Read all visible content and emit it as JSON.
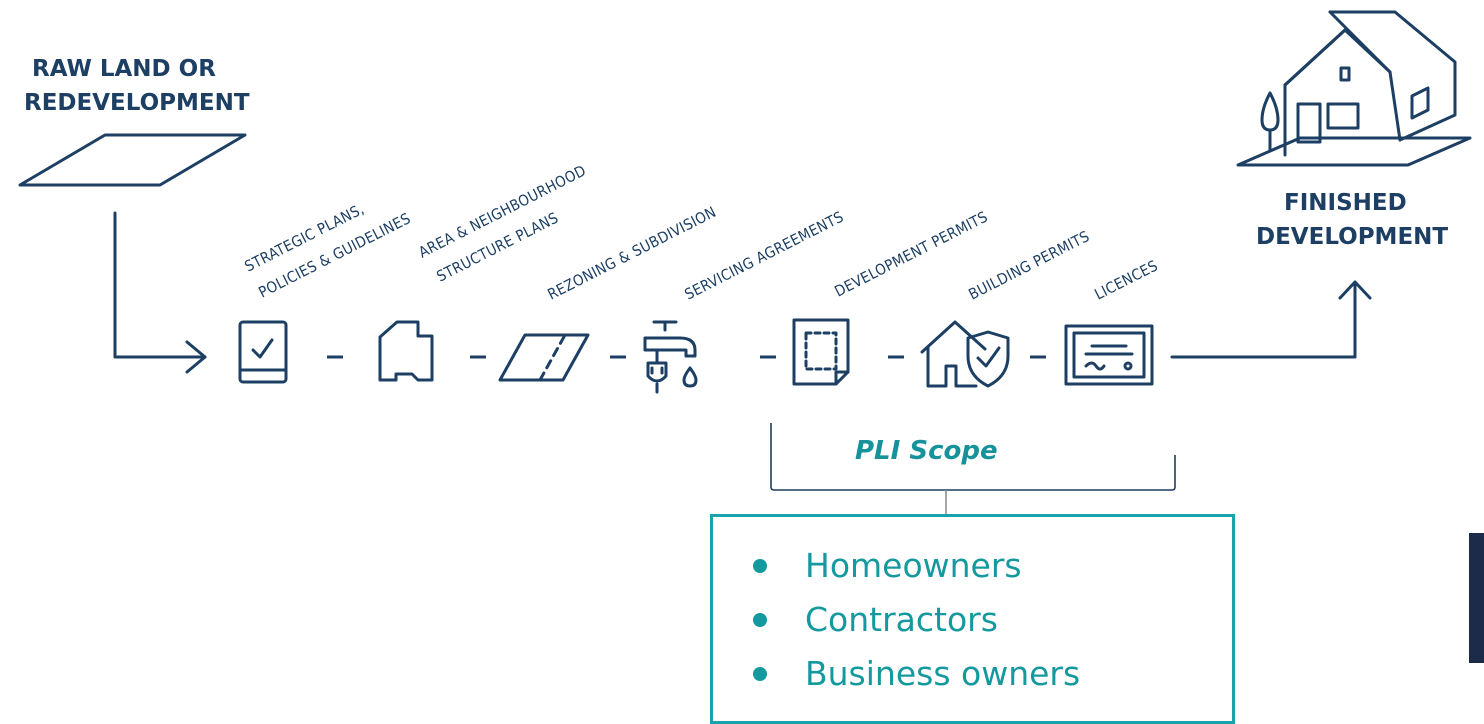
{
  "start": {
    "line1": "RAW LAND OR",
    "line2": "REDEVELOPMENT"
  },
  "end": {
    "line1": "FINISHED",
    "line2": "DEVELOPMENT"
  },
  "stages": [
    {
      "line1": "STRATEGIC PLANS,",
      "line2": "POLICIES & GUIDELINES",
      "icon": "checklist-book-icon"
    },
    {
      "line1": "AREA & NEIGHBOURHOOD",
      "line2": "STRUCTURE PLANS",
      "icon": "area-outline-icon"
    },
    {
      "line1": "REZONING & SUBDIVISION",
      "icon": "parcel-split-icon"
    },
    {
      "line1": "SERVICING AGREEMENTS",
      "icon": "faucet-plug-icon"
    },
    {
      "line1": "DEVELOPMENT PERMITS",
      "icon": "site-plan-icon"
    },
    {
      "line1": "BUILDING PERMITS",
      "icon": "house-shield-icon"
    },
    {
      "line1": "LICENCES",
      "icon": "certificate-icon"
    }
  ],
  "scope": {
    "title": "PLI Scope",
    "audiences": [
      "Homeowners",
      "Contractors",
      "Business owners"
    ]
  },
  "colors": {
    "navy": "#1c3f63",
    "teal": "#14999f"
  }
}
